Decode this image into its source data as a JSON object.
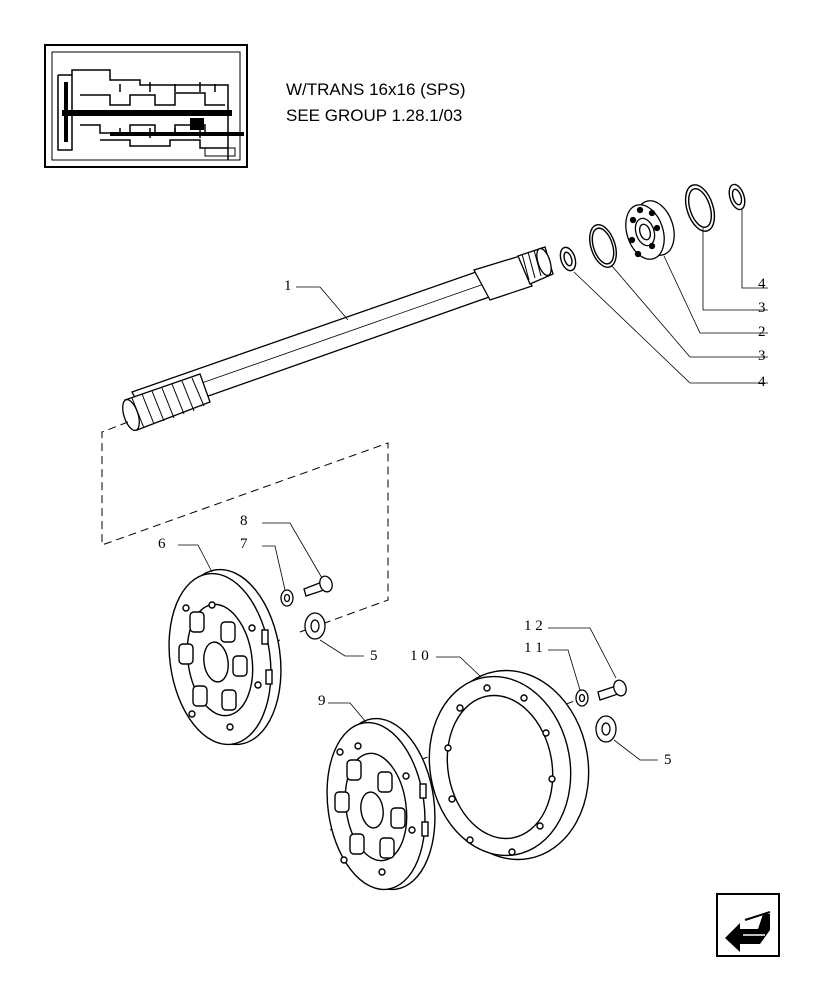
{
  "header": {
    "line1": "W/TRANS 16x16 (SPS)",
    "line2": "SEE GROUP 1.28.1/03"
  },
  "callouts": [
    {
      "id": "c1",
      "label": "1"
    },
    {
      "id": "c4a",
      "label": "4"
    },
    {
      "id": "c3a",
      "label": "3"
    },
    {
      "id": "c2",
      "label": "2"
    },
    {
      "id": "c3b",
      "label": "3"
    },
    {
      "id": "c4b",
      "label": "4"
    },
    {
      "id": "c8",
      "label": "8"
    },
    {
      "id": "c7",
      "label": "7"
    },
    {
      "id": "c6",
      "label": "6"
    },
    {
      "id": "c5a",
      "label": "5"
    },
    {
      "id": "c12",
      "label": "1 2"
    },
    {
      "id": "c11",
      "label": "1 1"
    },
    {
      "id": "c10",
      "label": "1 0"
    },
    {
      "id": "c9",
      "label": "9"
    },
    {
      "id": "c5b",
      "label": "5"
    }
  ],
  "icons": {
    "nav": "back-arrow-icon"
  }
}
